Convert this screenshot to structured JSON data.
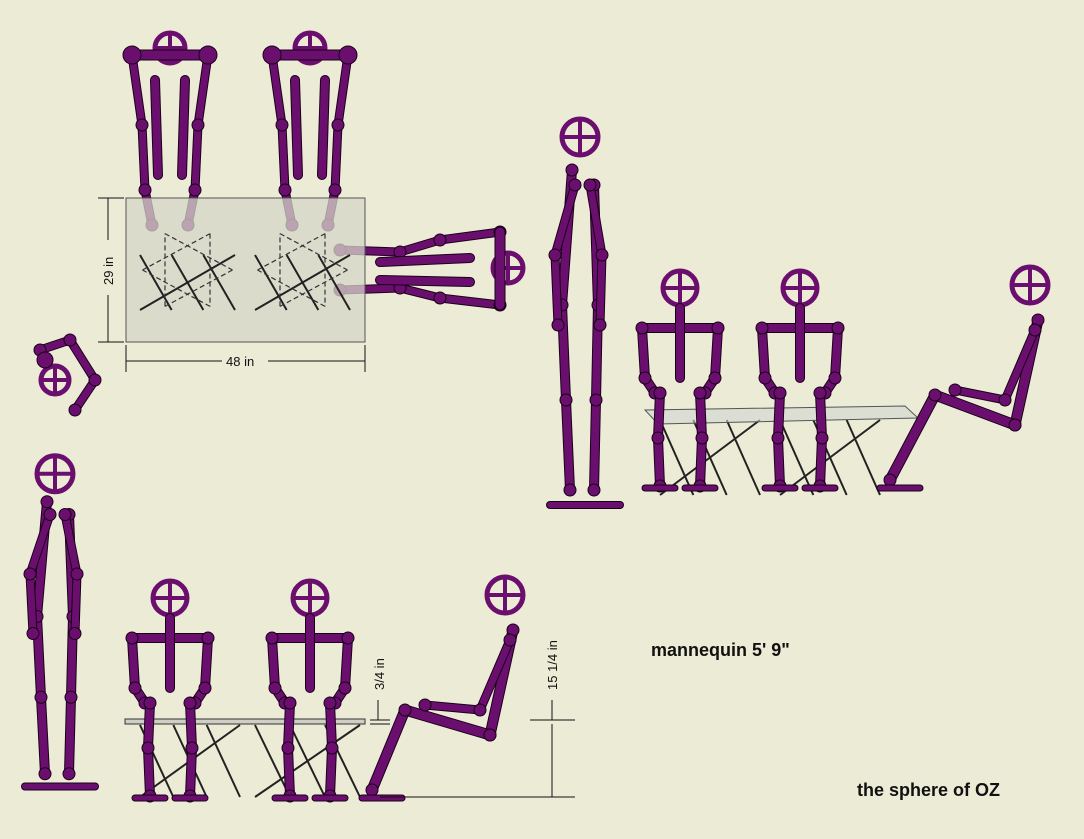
{
  "dimensions": {
    "table_depth": "29 in",
    "table_width": "48 in",
    "table_thickness": "3/4 in",
    "table_height": "15 1/4 in"
  },
  "caption": "mannequin 5' 9\"",
  "credit": "the sphere of OZ",
  "colors": {
    "background": "#ECEBD6",
    "mannequin": "#6B0F6E",
    "table": "#D5D5C8"
  }
}
